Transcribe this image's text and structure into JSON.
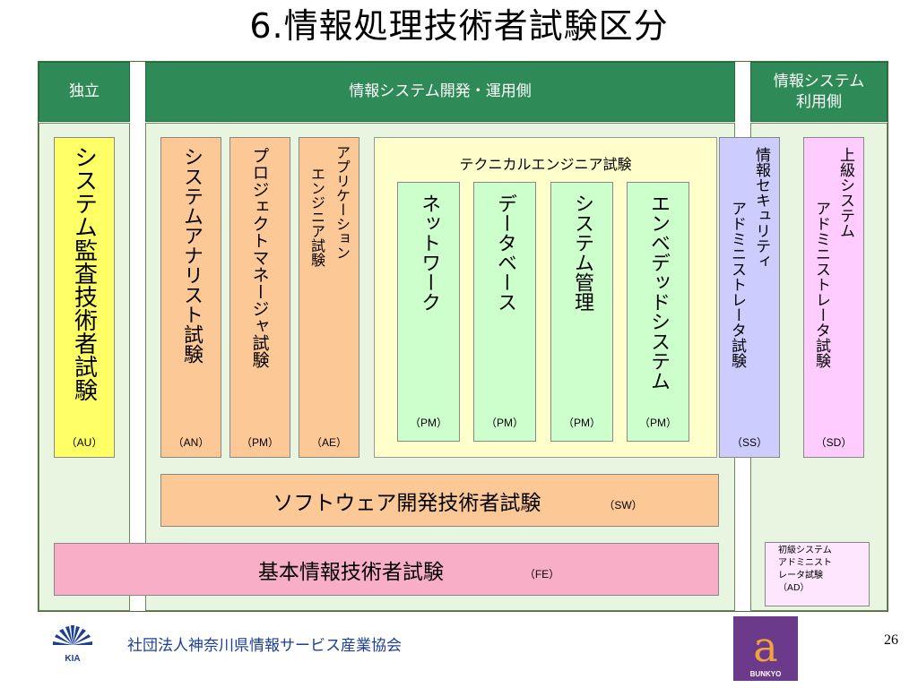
{
  "title": "6.情報処理技術者試験区分",
  "headers": {
    "independent": "独立",
    "development": "情報システム開発・運用側",
    "user_side": "情報システム\n利用側"
  },
  "exams": {
    "au": {
      "label": "システム監査技術者試験",
      "abbr": "（AU）",
      "color": "#ffff66"
    },
    "an": {
      "label": "システムアナリスト試験",
      "abbr": "（AN）",
      "color": "#fcc895"
    },
    "pm": {
      "label": "プロジェクトマネージャ試験",
      "abbr": "（PM）",
      "color": "#fcc895"
    },
    "ae": {
      "label_line1": "アプリケーション",
      "label_line2": "エンジニア試験",
      "abbr": "（AE）",
      "color": "#fcc895"
    },
    "technical": {
      "label": "テクニカルエンジニア試験",
      "items": [
        {
          "label": "ネットワーク",
          "abbr": "（PM）"
        },
        {
          "label": "データベース",
          "abbr": "（PM）"
        },
        {
          "label": "システム管理",
          "abbr": "（PM）"
        },
        {
          "label": "エンベデッドシステム",
          "abbr": "（PM）"
        }
      ],
      "color": "#ccffcc",
      "bg": "#ffffcc"
    },
    "ss": {
      "label_line1": "情報セキュリティ",
      "label_line2": "アドミニストレータ試験",
      "abbr": "（SS）",
      "color": "#ccccff"
    },
    "sd": {
      "label_line1": "上級システム",
      "label_line2": "アドミニストレータ試験",
      "abbr": "（SD）",
      "color": "#ffccff"
    },
    "sw": {
      "label": "ソフトウェア開発技術者試験",
      "abbr": "（SW）",
      "color": "#fcc895"
    },
    "fe": {
      "label": "基本情報技術者試験",
      "abbr": "（FE）",
      "color": "#f9aec8"
    },
    "ad": {
      "label": "初級システム\nアドミニスト\nレータ試験\n（AD）",
      "color": "#ffe6ff"
    }
  },
  "footer": {
    "org": "社団法人神奈川県情報サービス産業協会",
    "logo_left_text": "KIA",
    "logo_right_text": "BUNKYO",
    "page": "26"
  },
  "colors": {
    "header": "#2e8b57",
    "panel": "#e8f5e0"
  }
}
